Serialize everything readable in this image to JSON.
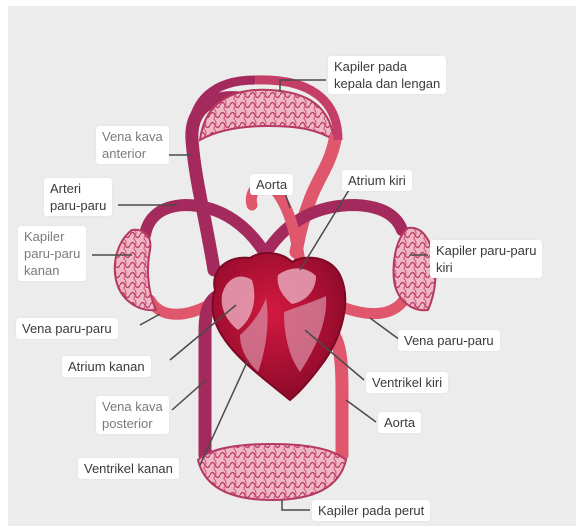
{
  "colors": {
    "artery": "#e0566c",
    "vein": "#a42a5e",
    "heart": "#c0123a",
    "heart_dark": "#8e0a2a",
    "leader": "#4a4a4a",
    "capillary_bg": "#f1b6c4"
  },
  "labels": {
    "kapiler_kepala": "Kapiler pada\nkepala dan lengan",
    "vena_kava_anterior": "Vena kava\nanterior",
    "arteri_paru": "Arteri\nparu-paru",
    "aorta_top": "Aorta",
    "atrium_kiri": "Atrium kiri",
    "kapiler_paru_kanan": "Kapiler\nparu-paru\nkanan",
    "kapiler_paru_kiri": "Kapiler paru-paru\nkiri",
    "vena_paru_left": "Vena paru-paru",
    "vena_paru_right": "Vena paru-paru",
    "atrium_kanan": "Atrium kanan",
    "ventrikel_kiri": "Ventrikel kiri",
    "vena_kava_posterior": "Vena kava\nposterior",
    "aorta_bottom": "Aorta",
    "ventrikel_kanan": "Ventrikel kanan",
    "kapiler_perut": "Kapiler pada perut"
  }
}
